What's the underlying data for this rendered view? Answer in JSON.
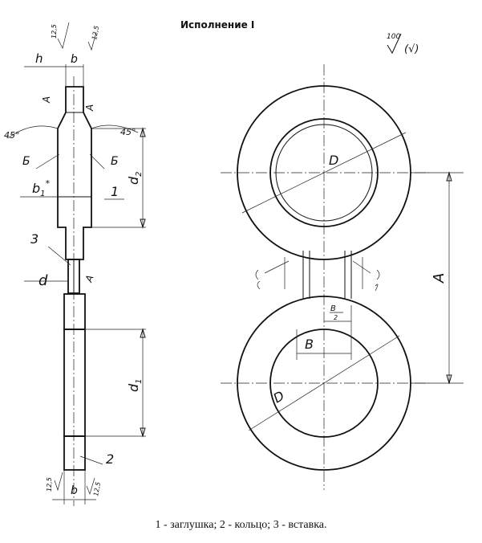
{
  "title": "Исполнение I",
  "caption": "1 - заглушка; 2 - кольцо; 3 - вставка.",
  "roughness": {
    "main": "100",
    "paren": "(√)"
  },
  "labels": {
    "h": "h",
    "b_top": "b",
    "b_bottom": "b",
    "r_top_left": "12,5",
    "r_top_right": "12,5",
    "r_bottom_left": "12,5",
    "r_bottom_right": "12,5",
    "angle_left": "45°",
    "angle_right": "45°",
    "B_left": "Б",
    "B_right": "Б",
    "b1": "b",
    "b1_sub": "1",
    "b1_star": "*",
    "part1": "1",
    "part2": "2",
    "part3": "3",
    "d2": "d",
    "d2_sub": "2",
    "d": "d",
    "d1": "d",
    "d1_sub": "1",
    "A_dim": "A",
    "D_top": "D",
    "D_bottom": "D",
    "B_dim": "B",
    "B_half_num": "B",
    "B_half_den": "2",
    "sec_A1": "A",
    "sec_A2": "A",
    "sec_A3": "A"
  }
}
